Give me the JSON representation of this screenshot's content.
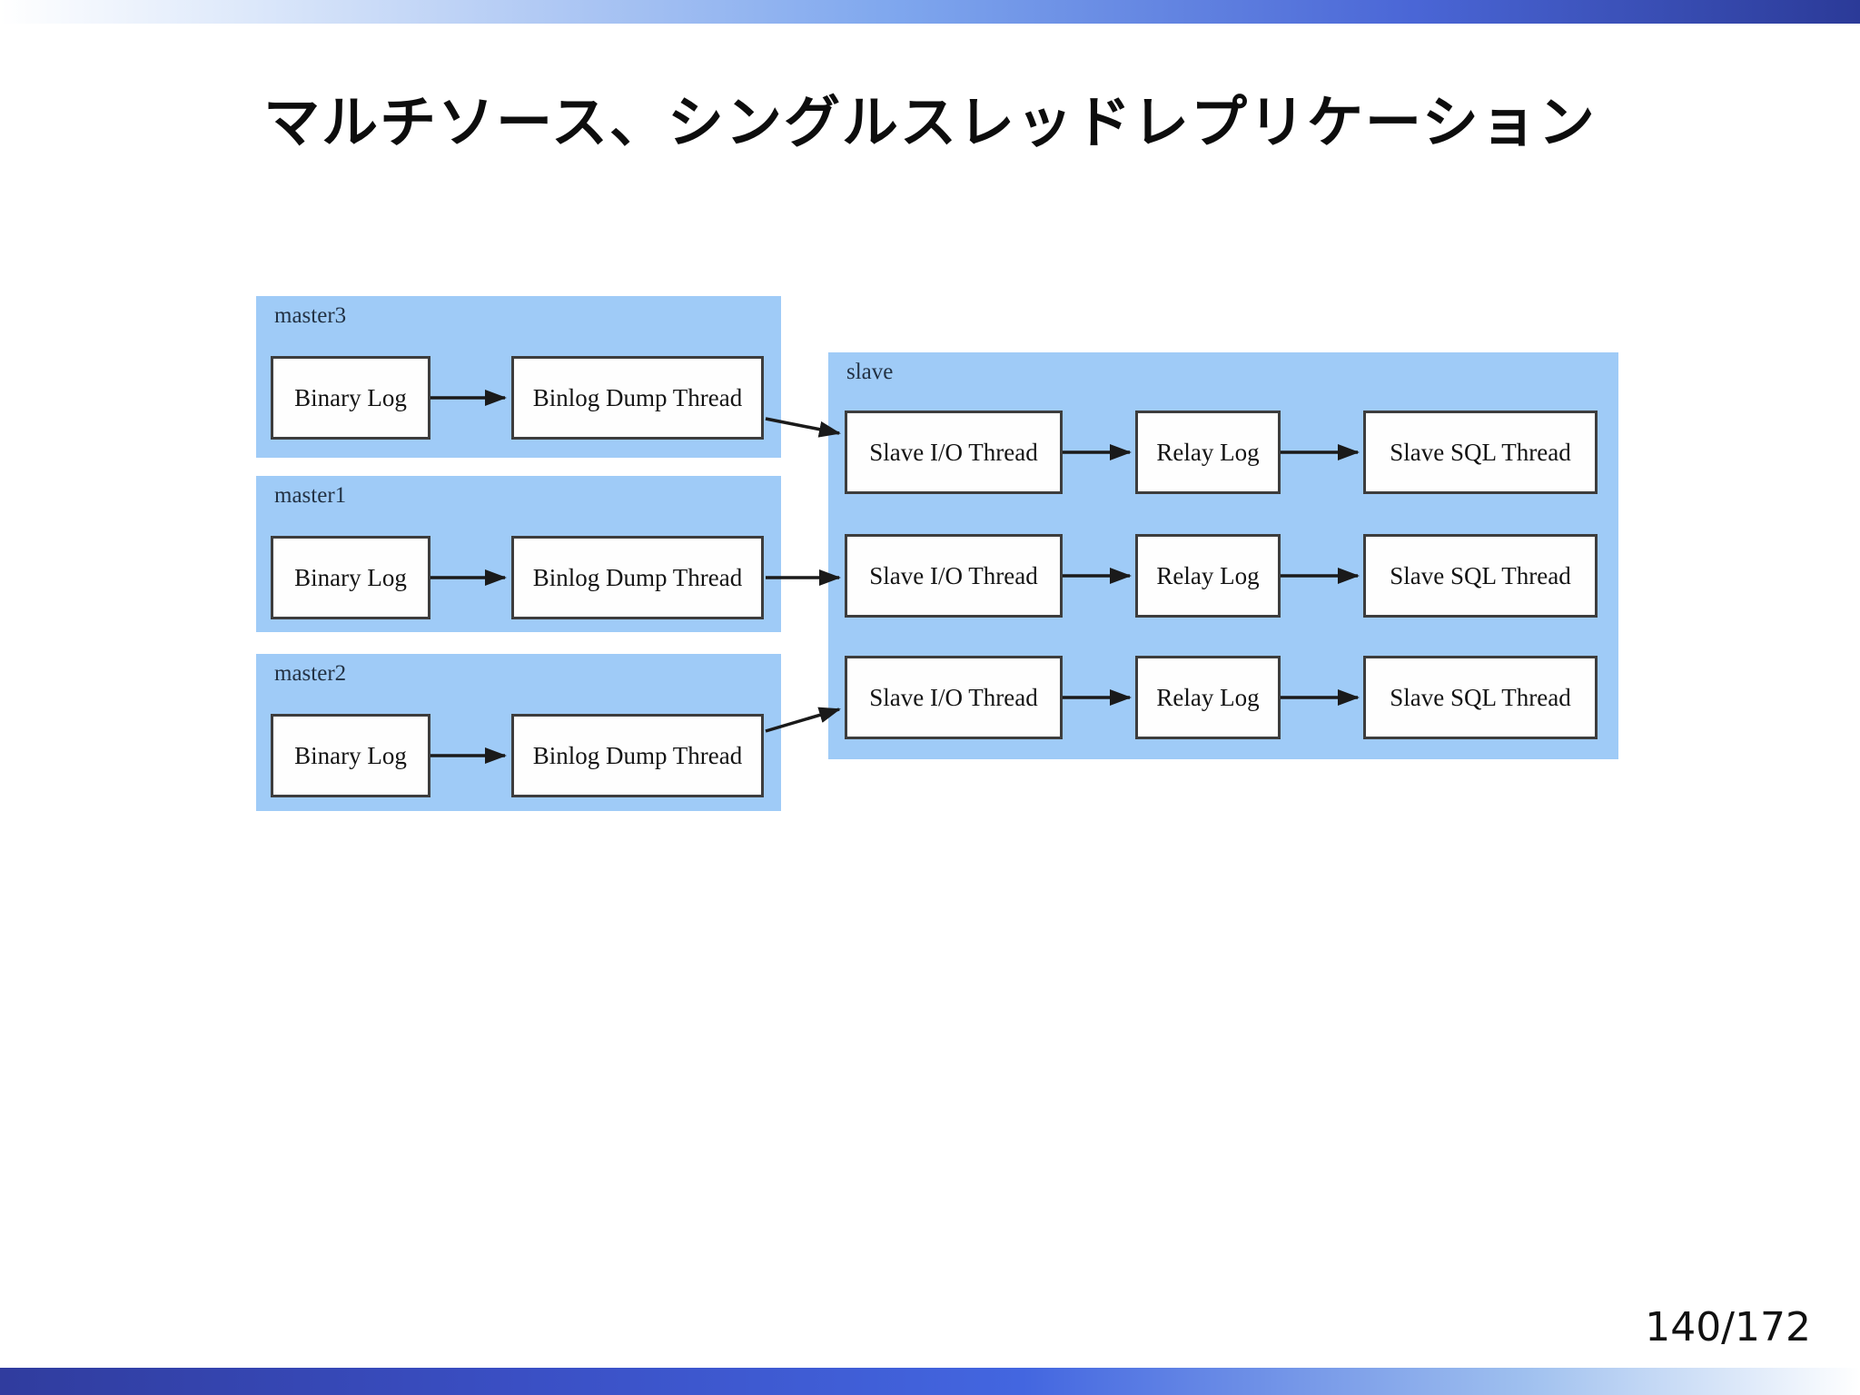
{
  "slide": {
    "title": "マルチソース、シングルスレッドレプリケーション",
    "page_indicator": "140/172"
  },
  "colors": {
    "group_fill": "#9FCBF7",
    "node_fill": "#FEFEFE",
    "node_border": "#3D3D3D",
    "arrow": "#1A1A1A",
    "top_bar_gradient": [
      "#FFFFFF",
      "#7FA7EE",
      "#2B3A98"
    ],
    "bottom_bar_gradient": [
      "#303C9E",
      "#4366E0",
      "#FFFFFF"
    ]
  },
  "diagram": {
    "masters": [
      {
        "label": "master3",
        "boxes": [
          "Binary Log",
          "Binlog Dump Thread"
        ]
      },
      {
        "label": "master1",
        "boxes": [
          "Binary Log",
          "Binlog Dump Thread"
        ]
      },
      {
        "label": "master2",
        "boxes": [
          "Binary Log",
          "Binlog Dump Thread"
        ]
      }
    ],
    "slave": {
      "label": "slave",
      "rows": [
        [
          "Slave I/O Thread",
          "Relay Log",
          "Slave SQL Thread"
        ],
        [
          "Slave I/O Thread",
          "Relay Log",
          "Slave SQL Thread"
        ],
        [
          "Slave I/O Thread",
          "Relay Log",
          "Slave SQL Thread"
        ]
      ]
    },
    "connections": [
      "master3.Binary Log -> master3.Binlog Dump Thread",
      "master1.Binary Log -> master1.Binlog Dump Thread",
      "master2.Binary Log -> master2.Binlog Dump Thread",
      "master3.Binlog Dump Thread -> slave.row1.Slave I/O Thread",
      "master1.Binlog Dump Thread -> slave.row2.Slave I/O Thread",
      "master2.Binlog Dump Thread -> slave.row3.Slave I/O Thread",
      "slave.row1.Slave I/O Thread -> slave.row1.Relay Log",
      "slave.row1.Relay Log -> slave.row1.Slave SQL Thread",
      "slave.row2.Slave I/O Thread -> slave.row2.Relay Log",
      "slave.row2.Relay Log -> slave.row2.Slave SQL Thread",
      "slave.row3.Slave I/O Thread -> slave.row3.Relay Log",
      "slave.row3.Relay Log -> slave.row3.Slave SQL Thread"
    ]
  }
}
